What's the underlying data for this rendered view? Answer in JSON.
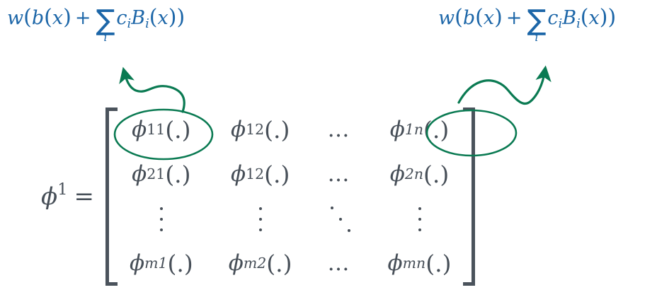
{
  "figure": {
    "title": "Matrix of basis-function entries with annotated elements",
    "background_color": "#ffffff",
    "math_color": "#474f58",
    "annotation_color": "#1c66a8",
    "highlight_color": "#0a7a52"
  },
  "annotations": {
    "left": {
      "w": "w",
      "open1": "(",
      "b": "b",
      "open2": "(",
      "x1": "x",
      "close2": ")",
      "plus": "+",
      "sigma": "∑",
      "index": "i",
      "c": "c",
      "c_sub": "i",
      "B": "B",
      "B_sub": "i",
      "open3": "(",
      "x2": "x",
      "close3": ")",
      "close1": ")",
      "plain": "w(b(x) + ∑_i c_i B_i(x))"
    },
    "right": {
      "w": "w",
      "open1": "(",
      "b": "b",
      "open2": "(",
      "x1": "x",
      "close2": ")",
      "plus": "+",
      "sigma": "∑",
      "index": "i",
      "c": "c",
      "c_sub": "i",
      "B": "B",
      "B_sub": "i",
      "open3": "(",
      "x2": "x",
      "close3": ")",
      "close1": ")",
      "plain": "w(b(x) + ∑_i c_i B_i(x))"
    }
  },
  "equation": {
    "lhs": {
      "symbol": "ϕ",
      "superscript": "1",
      "equals": "="
    },
    "brackets": {
      "left": "[",
      "right": "]"
    },
    "matrix": {
      "rows": [
        [
          {
            "kind": "entry",
            "symbol": "ϕ",
            "sub": "11",
            "arg": "(.)",
            "highlighted": true
          },
          {
            "kind": "entry",
            "symbol": "ϕ",
            "sub": "12",
            "arg": "(.)",
            "highlighted": false
          },
          {
            "kind": "hdots",
            "text": "…"
          },
          {
            "kind": "entry",
            "symbol": "ϕ",
            "sub": "1n",
            "arg": "(.)",
            "highlighted": true
          }
        ],
        [
          {
            "kind": "entry",
            "symbol": "ϕ",
            "sub": "21",
            "arg": "(.)",
            "highlighted": false
          },
          {
            "kind": "entry",
            "symbol": "ϕ",
            "sub": "12",
            "arg": "(.)",
            "highlighted": false
          },
          {
            "kind": "hdots",
            "text": "…"
          },
          {
            "kind": "entry",
            "symbol": "ϕ",
            "sub": "2n",
            "arg": "(.)",
            "highlighted": false
          }
        ],
        [
          {
            "kind": "vdots",
            "text": "⋮"
          },
          {
            "kind": "vdots",
            "text": "⋮"
          },
          {
            "kind": "ddots",
            "text": "⋱"
          },
          {
            "kind": "vdots",
            "text": "⋮"
          }
        ],
        [
          {
            "kind": "entry",
            "symbol": "ϕ",
            "sub": "m1",
            "arg": "(.)",
            "highlighted": false
          },
          {
            "kind": "entry",
            "symbol": "ϕ",
            "sub": "m2",
            "arg": "(.)",
            "highlighted": false
          },
          {
            "kind": "hdots",
            "text": "…"
          },
          {
            "kind": "entry",
            "symbol": "ϕ",
            "sub": "mn",
            "arg": "(.)",
            "highlighted": false
          }
        ]
      ]
    }
  },
  "callouts": [
    {
      "name": "left-callout",
      "target_entry": "ϕ_11(.)",
      "points_to": "left annotation formula",
      "color": "#0a7a52"
    },
    {
      "name": "right-callout",
      "target_entry": "ϕ_1n(.)",
      "points_to": "right annotation formula",
      "color": "#0a7a52"
    }
  ]
}
